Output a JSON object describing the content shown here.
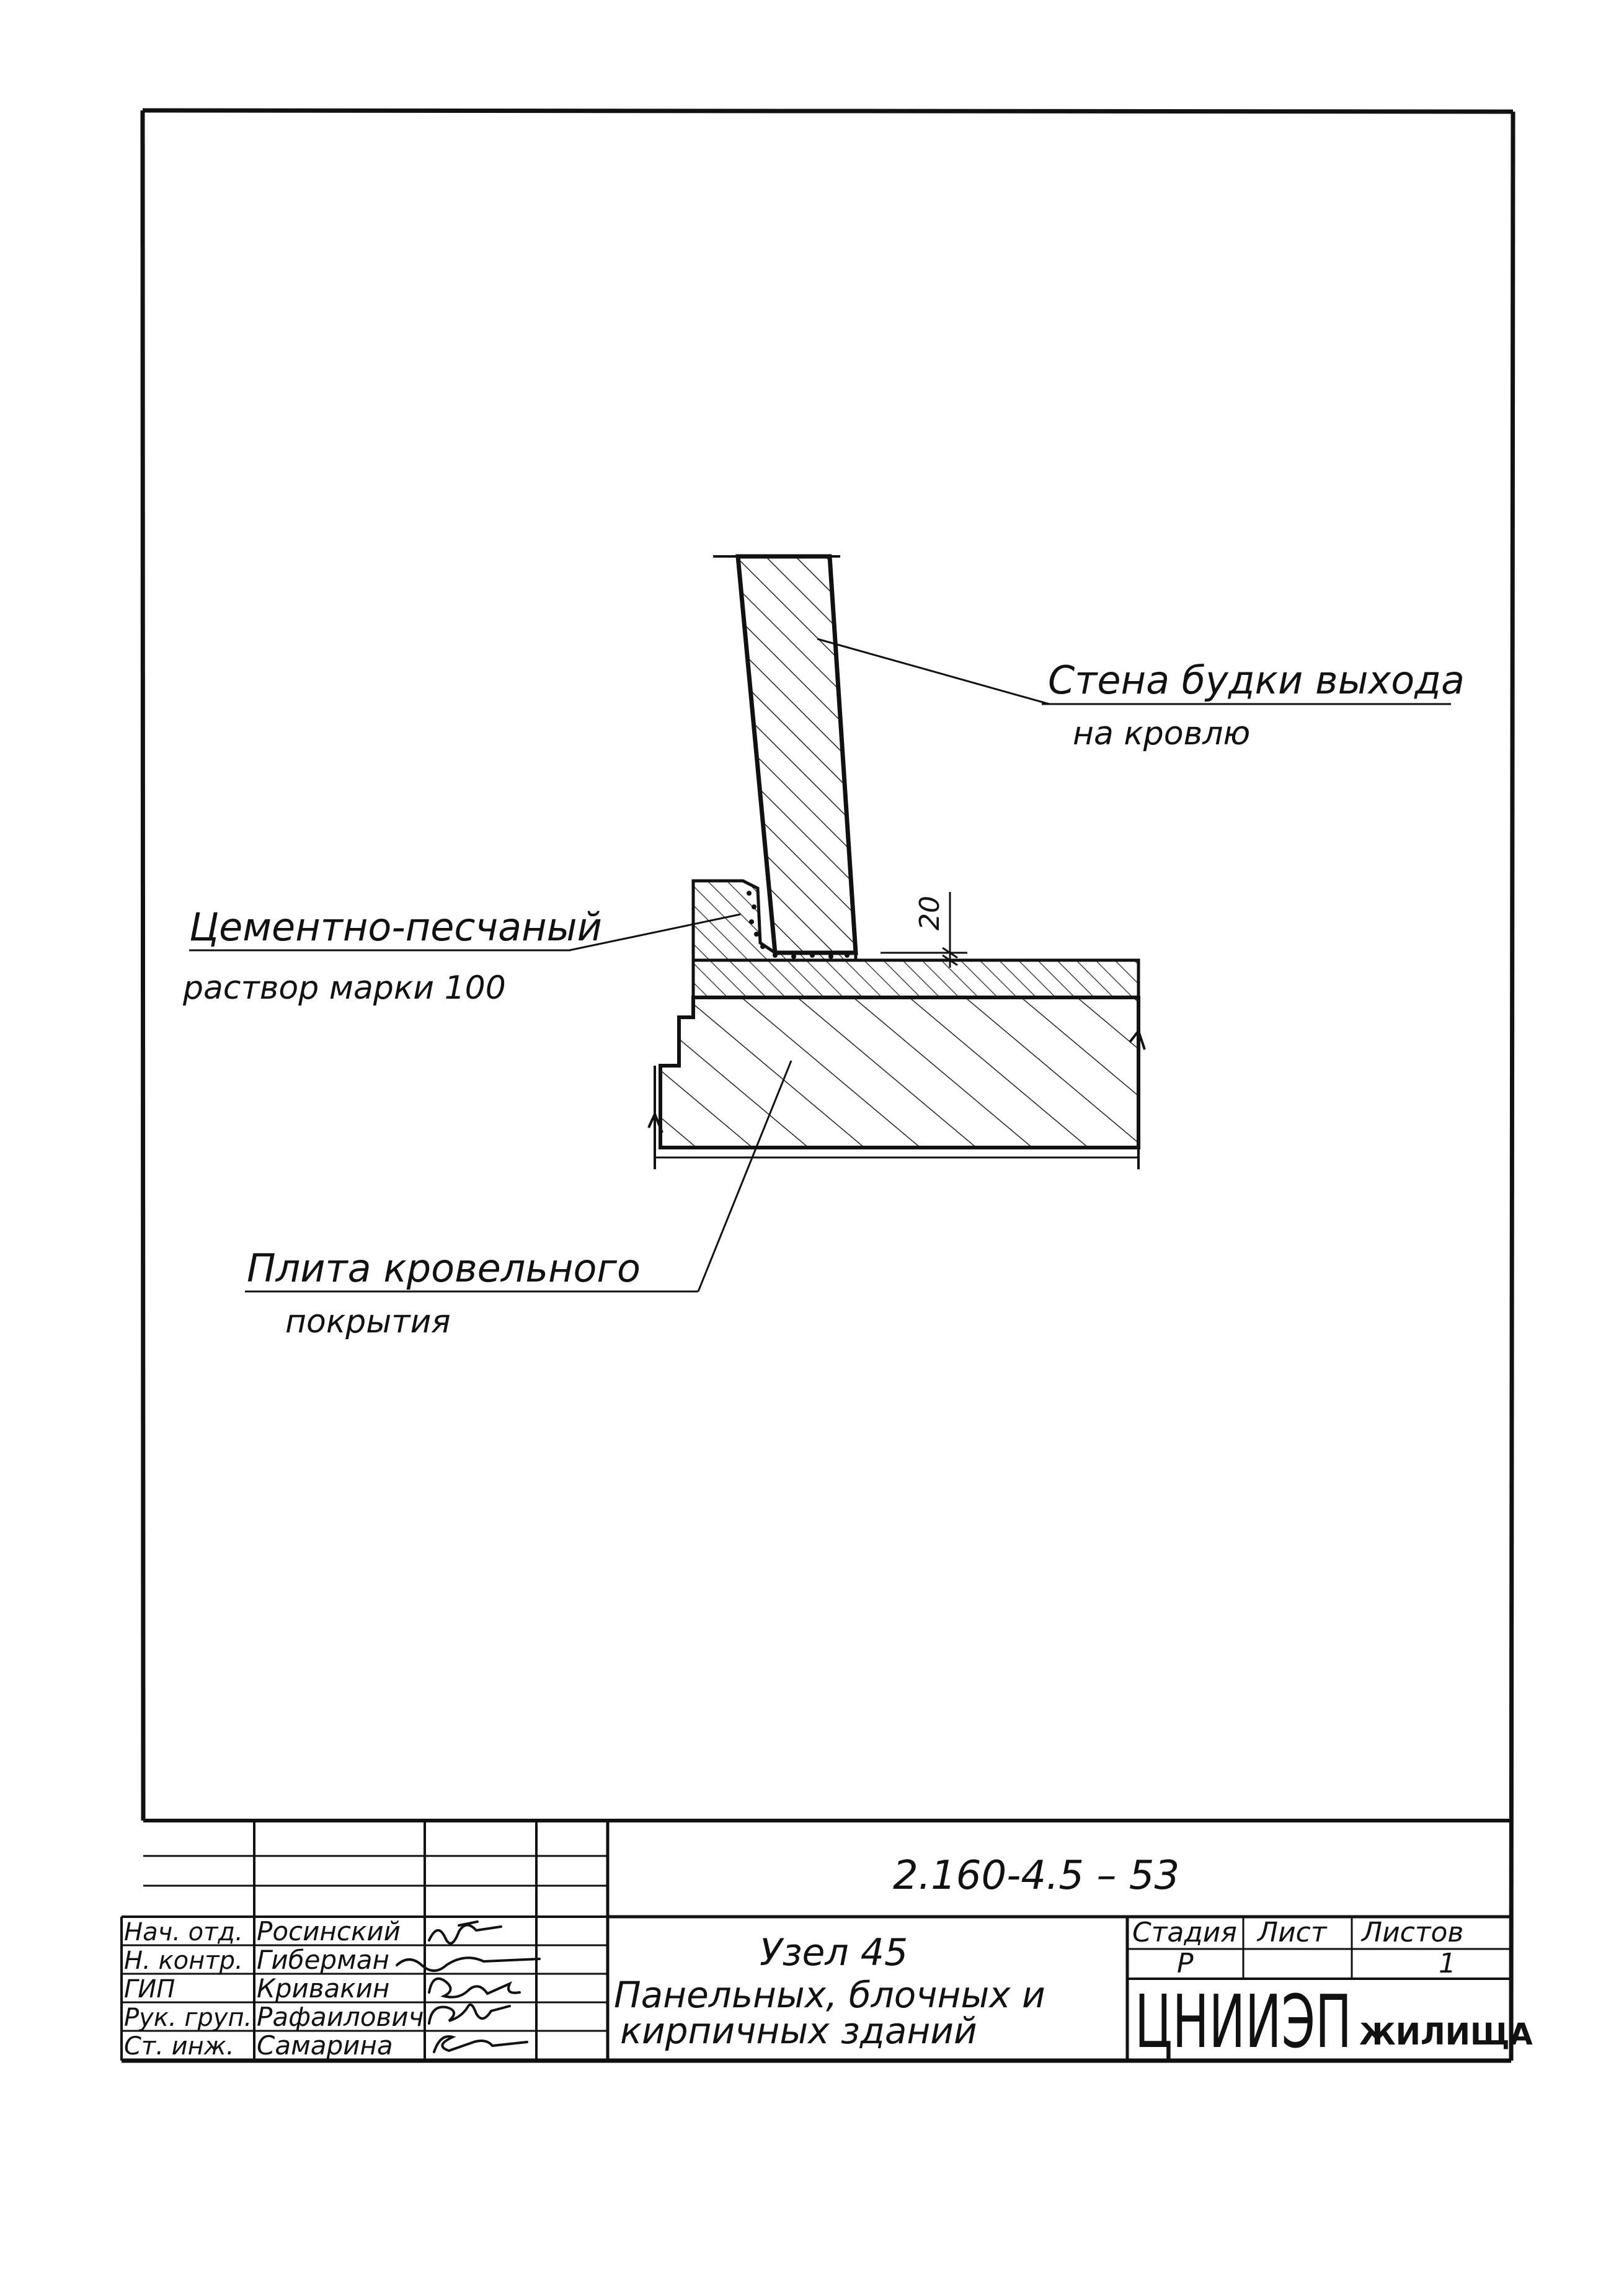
{
  "drawing": {
    "labels": {
      "wall_line1": "Стена будки выхода",
      "wall_line2": "на кровлю",
      "mortar_line1": "Цементно-песчаный",
      "mortar_line2": "раствор марки 100",
      "slab_line1": "Плита кровельного",
      "slab_line2": "покрытия"
    },
    "dimension": "20"
  },
  "title_block": {
    "document_code": "2.160-4.5 – 53",
    "title_line1": "Узел  45",
    "title_line2": "Панельных, блочных и",
    "title_line3": "кирпичных зданий",
    "stage_header": "Стадия",
    "sheet_header": "Лист",
    "sheets_header": "Листов",
    "stage_value": "Р",
    "sheet_value": "",
    "sheets_value": "1",
    "org_main": "ЦНИИЭП",
    "org_sub": "ЖИЛИЩА",
    "staff": [
      {
        "role": "Нач. отд.",
        "name": "Росинский"
      },
      {
        "role": "Н. контр.",
        "name": "Гиберман"
      },
      {
        "role": "ГИП",
        "name": "Кривакин"
      },
      {
        "role": "Рук. груп.",
        "name": "Рафаилович"
      },
      {
        "role": "Ст. инж.",
        "name": "Самарина"
      }
    ]
  }
}
